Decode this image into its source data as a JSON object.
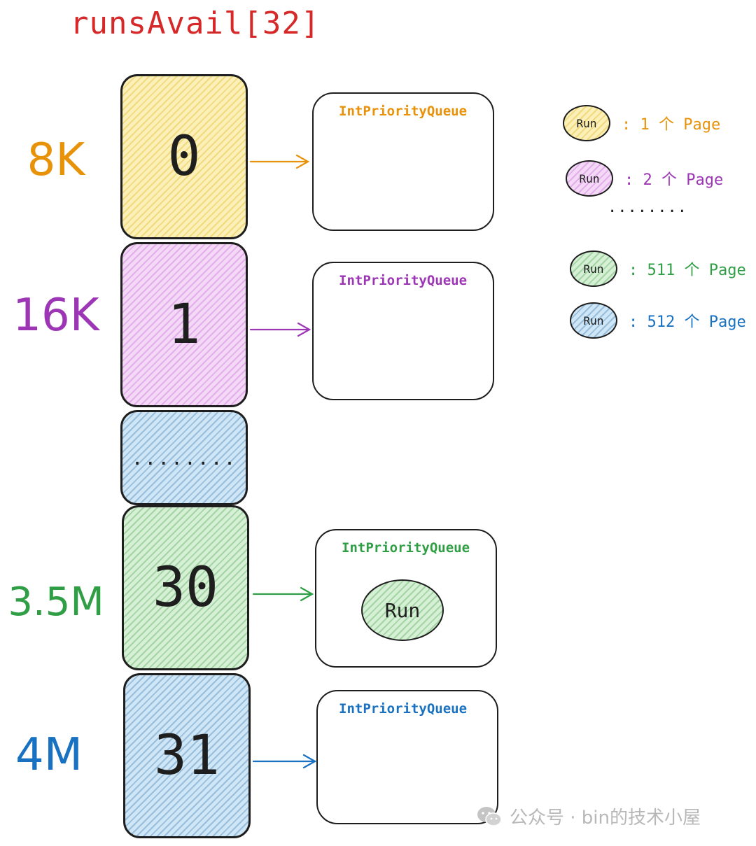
{
  "title": "runsAvail[32]",
  "colors": {
    "yellow": "#e8920a",
    "purple": "#9c36b5",
    "green": "#2f9e44",
    "blue": "#1971c2",
    "red": "#d62828",
    "stroke": "#1e1e1e"
  },
  "rows": [
    {
      "size": "8K",
      "index": "0",
      "queue_label": "IntPriorityQueue"
    },
    {
      "size": "16K",
      "index": "1",
      "queue_label": "IntPriorityQueue"
    },
    {
      "index": "........"
    },
    {
      "size": "3.5M",
      "index": "30",
      "queue_label": "IntPriorityQueue",
      "run": "Run"
    },
    {
      "size": "4M",
      "index": "31",
      "queue_label": "IntPriorityQueue"
    }
  ],
  "legend": {
    "items": [
      {
        "run": "Run",
        "text": ": 1 个 Page"
      },
      {
        "run": "Run",
        "text": ": 2 个 Page"
      },
      {
        "run": "Run",
        "text": ": 511 个 Page"
      },
      {
        "run": "Run",
        "text": ": 512 个 Page"
      }
    ],
    "ellipsis": "........"
  },
  "watermark": "公众号 · bin的技术小屋"
}
